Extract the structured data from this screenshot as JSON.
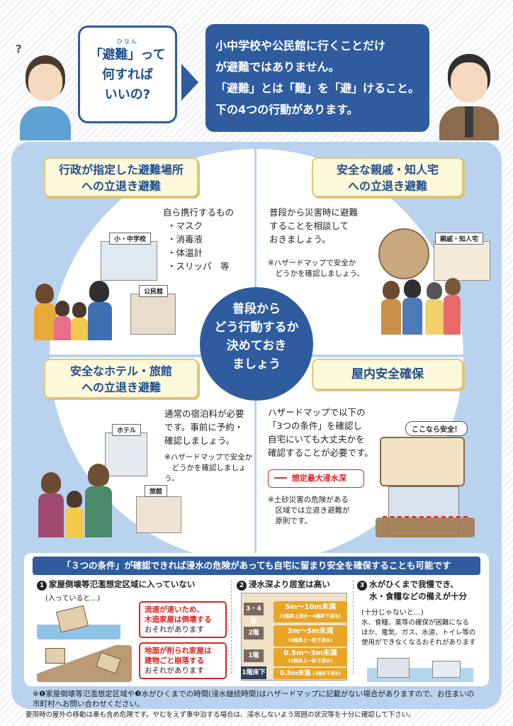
{
  "header": {
    "question_ruby": "ひなん",
    "question_lines": [
      "「避難」って",
      "何すれば",
      "いいの?"
    ],
    "answer_lines": [
      "小中学校や公民館に行くことだけ",
      "が避難ではありません。",
      "「避難」とは「難」を「避」けること。",
      "下の4つの行動があります。"
    ]
  },
  "center_lines": [
    "普段から",
    "どう行動するか",
    "決めておき",
    "ましょう"
  ],
  "q1": {
    "title_lines": [
      "行政が指定した避難場所",
      "への立退き避難"
    ],
    "items_title": "自ら携行するもの",
    "items": [
      "・マスク",
      "・消毒液",
      "・体温計",
      "・スリッパ　等"
    ],
    "tags": [
      "小・中学校",
      "公民館"
    ]
  },
  "q2": {
    "title_lines": [
      "安全な親戚・知人宅",
      "への立退き避難"
    ],
    "text_lines": [
      "普段から災害時に避難",
      "することを相談して",
      "おきましょう。"
    ],
    "note_lines": [
      "※ハザードマップで安全か",
      "　どうかを確認しましょう。"
    ],
    "tag": "親戚・知人宅"
  },
  "q3": {
    "title_lines": [
      "安全なホテル・旅館",
      "への立退き避難"
    ],
    "text_lines": [
      "通常の宿泊料が必要",
      "です。事前に予約・",
      "確認しましょう。"
    ],
    "note_lines": [
      "※ハザードマップで安全か",
      "　どうかを確認しましょう。"
    ],
    "tags": [
      "ホテル",
      "旅館"
    ]
  },
  "q4": {
    "title": "屋内安全確保",
    "text_lines": [
      "ハザードマップで以下の",
      "「3つの条件」を確認し",
      "自宅にいても大丈夫かを",
      "確認することが必要です。"
    ],
    "legend": "想定最大浸水深",
    "note_lines": [
      "※土砂災害の危険がある",
      "　区域では立退き避難が",
      "　原則です。"
    ],
    "bubble": "ここなら安全！"
  },
  "conditions": {
    "heading": "「３つの条件」が確認できれば浸水の危険があっても自宅に留まり安全を確保することも可能です",
    "c1": {
      "num": "1",
      "title": "家屋倒壊等氾濫想定区域に入っていない",
      "sub": "(入っていると…)",
      "box1": {
        "pre": "",
        "red": "流速が速いため、",
        "red2": "木造家屋は倒壊する",
        "post": "おそれがあります"
      },
      "box2": {
        "red": "地面が削られ家屋は",
        "red2": "建物ごと崩落する",
        "post": "おそれがあります"
      }
    },
    "c2": {
      "num": "2",
      "title": "浸水深より居室は高い",
      "floors": [
        "3・4階",
        "2階",
        "1階",
        "1階床下"
      ],
      "bars": [
        {
          "main": "5m～10m未満",
          "sub": "(3階床上浸水～4階軒下浸水)"
        },
        {
          "main": "3m～5m未満",
          "sub": "(2階床上～軒下浸水)"
        },
        {
          "main": "0.5m～3m未満",
          "sub": "(1階床上～軒下浸水)"
        },
        {
          "main": "0.5m未満",
          "sub": "(1階床下浸水)"
        }
      ]
    },
    "c3": {
      "num": "3",
      "title_lines": [
        "水がひくまで我慢でき、",
        "水・食糧などの備えが十分"
      ],
      "sub": "(十分じゃないと…)",
      "text_lines": [
        "水、食糧、薬等の確保が困難になる",
        "ほか、電気、ガス、水道、トイレ等の",
        "使用ができなくなるおそれがあります"
      ]
    }
  },
  "footnote_lines": [
    "※❶家屋倒壊等氾濫想定区域や❸水がひくまでの時間(浸水継続時間)はハザードマップに記載がない場合がありますので、お住まいの",
    "市町村へお問い合わせください。"
  ],
  "bottom_line": "豪雨時の屋外の移動は車も含め危険です。やむをえず車中泊する場合は、浸水しないよう周囲の状況等を十分に確認して下さい。",
  "colors": {
    "navy": "#2e5c9e",
    "light_blue": "#b9d3ee",
    "label_bg": "#fff9dc",
    "warn_red": "#dd2222",
    "bar_orange": "#e8a526"
  }
}
